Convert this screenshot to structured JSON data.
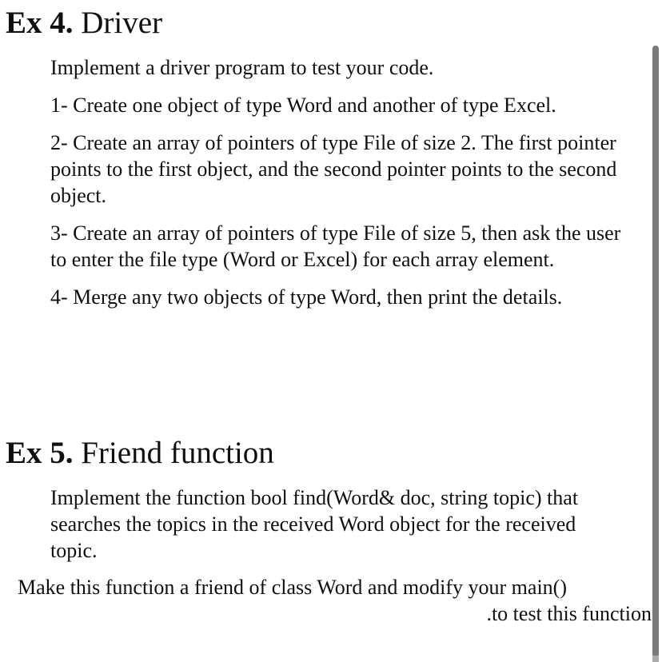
{
  "page": {
    "background_color": "#ffffff",
    "text_color": "#101010",
    "scrollbar_color": "#7b7b7b"
  },
  "sections": [
    {
      "heading_bold": "Ex 4.",
      "heading_rest": " Driver",
      "paragraphs": [
        "Implement a driver program to test your code.",
        "1- Create one object of type Word and another of type Excel.",
        "2- Create an array of pointers of type File of size 2. The first pointer points to the first object, and the second pointer points to the second object.",
        "3- Create an array of pointers of type File of size 5, then ask the user to enter the file type (Word or Excel) for each array element.",
        "4- Merge any two objects of type Word, then print the details."
      ]
    },
    {
      "heading_bold": "Ex 5.",
      "heading_rest": " Friend function",
      "paragraphs": [
        "Implement the function bool find(Word& doc, string topic) that searches the topics in the received Word object for the received topic."
      ]
    }
  ],
  "footer": {
    "line1": "Make this function a friend of class Word and modify your main()",
    "line2": ".to test this function"
  }
}
